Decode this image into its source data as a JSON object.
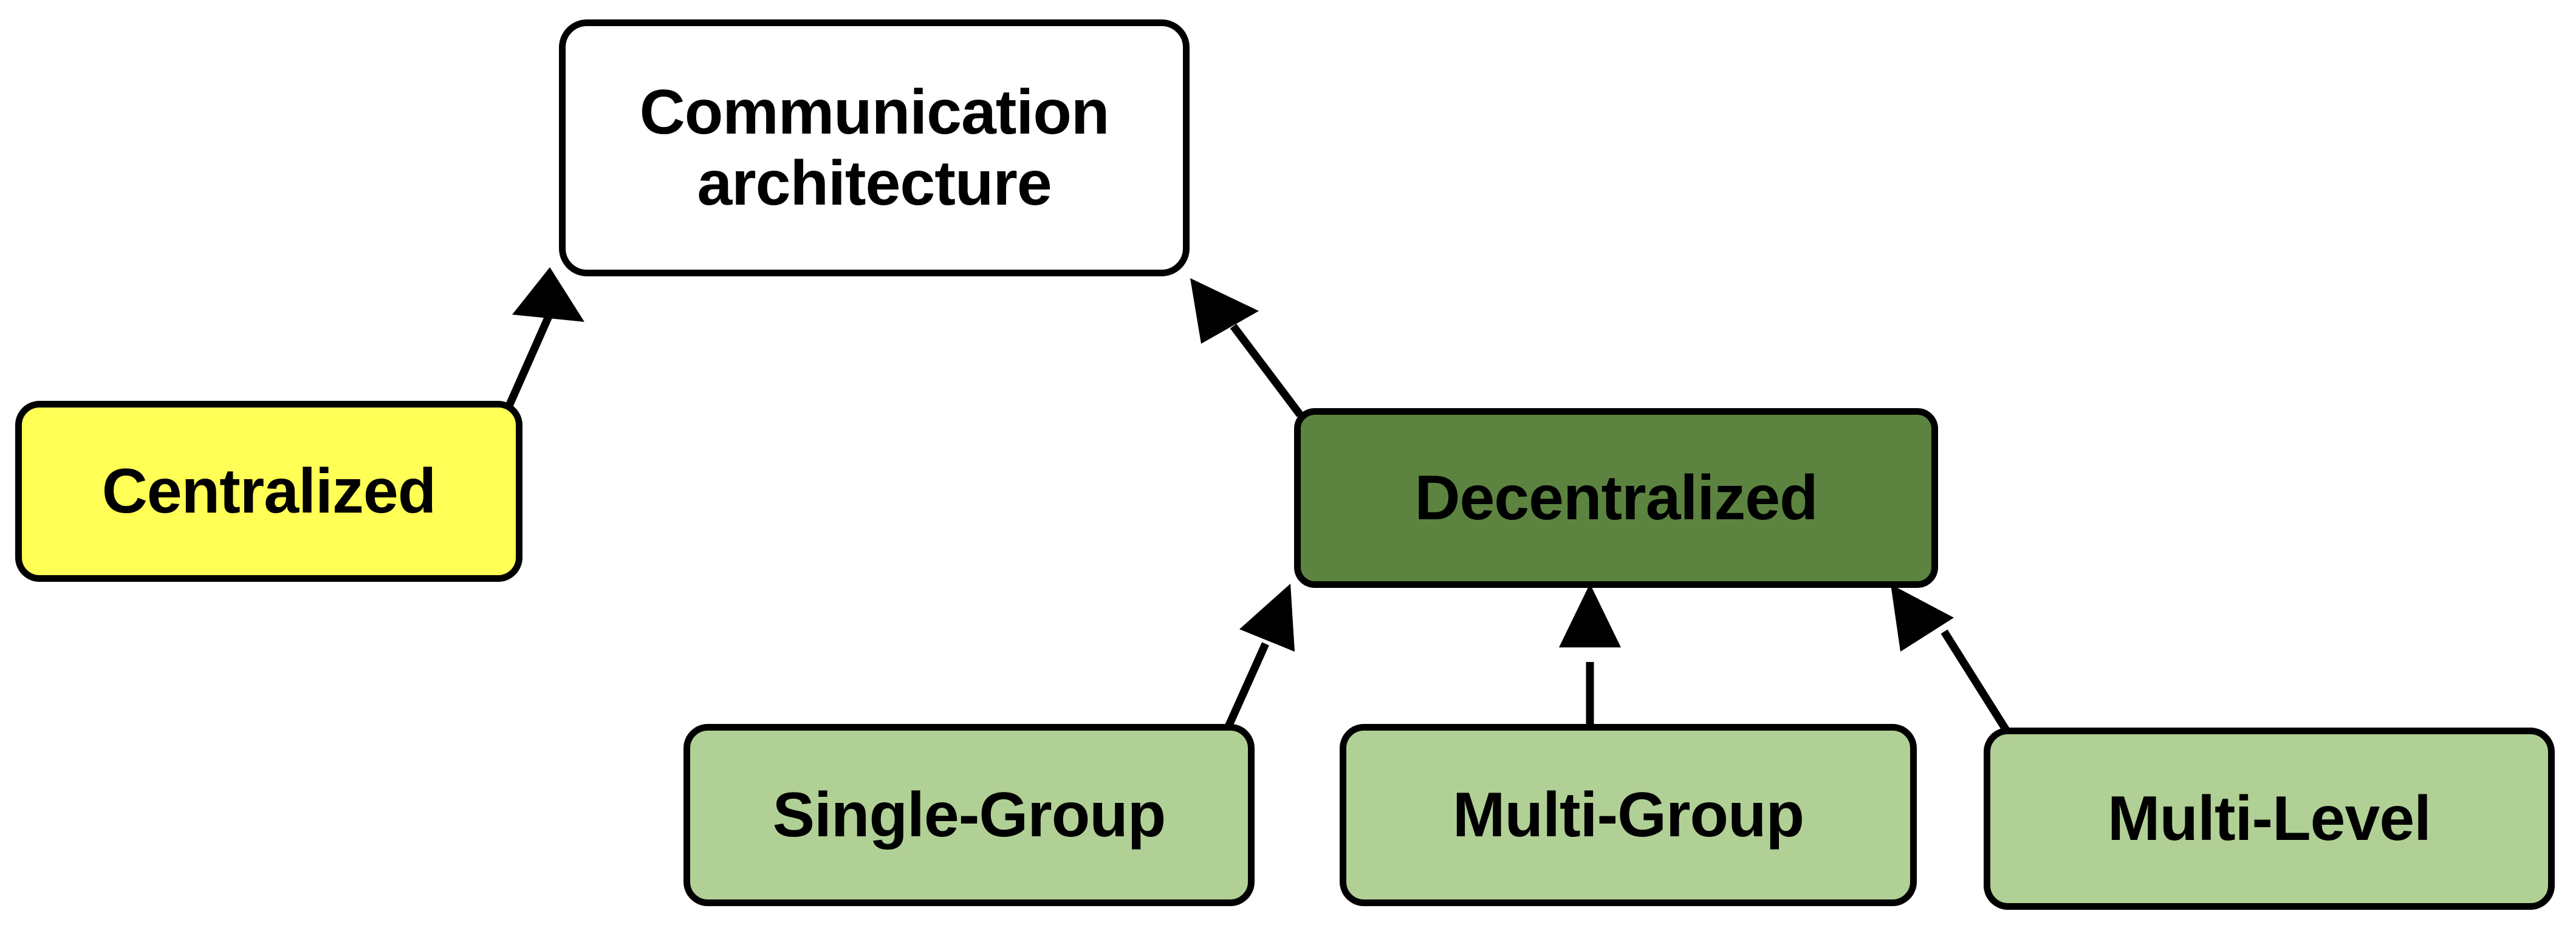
{
  "diagram": {
    "title": "Communication architecture",
    "type": "hierarchy-tree",
    "background_color": "#FFFFFF",
    "edge_color": "#000000",
    "border_color": "#000000",
    "text_color": "#000000",
    "nodes": [
      {
        "id": "root",
        "label": "Communication\narchitecture",
        "level": 0,
        "fill": "#FFFFFF"
      },
      {
        "id": "centralized",
        "label": "Centralized",
        "level": 1,
        "fill": "#FFFF55"
      },
      {
        "id": "decentralized",
        "label": "Decentralized",
        "level": 1,
        "fill": "#5C8440"
      },
      {
        "id": "single-group",
        "label": "Single-Group",
        "level": 2,
        "fill": "#B1D095"
      },
      {
        "id": "multi-group",
        "label": "Multi-Group",
        "level": 2,
        "fill": "#B1D095"
      },
      {
        "id": "multi-level",
        "label": "Multi-Level",
        "level": 2,
        "fill": "#B1D095"
      }
    ],
    "edges": [
      {
        "id": "centralized-to-root",
        "from": "centralized",
        "to": "root",
        "arrow": "to"
      },
      {
        "id": "decentralized-to-root",
        "from": "decentralized",
        "to": "root",
        "arrow": "to"
      },
      {
        "id": "single-group-to-decentralized",
        "from": "single-group",
        "to": "decentralized",
        "arrow": "to"
      },
      {
        "id": "multi-group-to-decentralized",
        "from": "multi-group",
        "to": "decentralized",
        "arrow": "to"
      },
      {
        "id": "multi-level-to-decentralized",
        "from": "multi-level",
        "to": "decentralized",
        "arrow": "to"
      }
    ]
  }
}
